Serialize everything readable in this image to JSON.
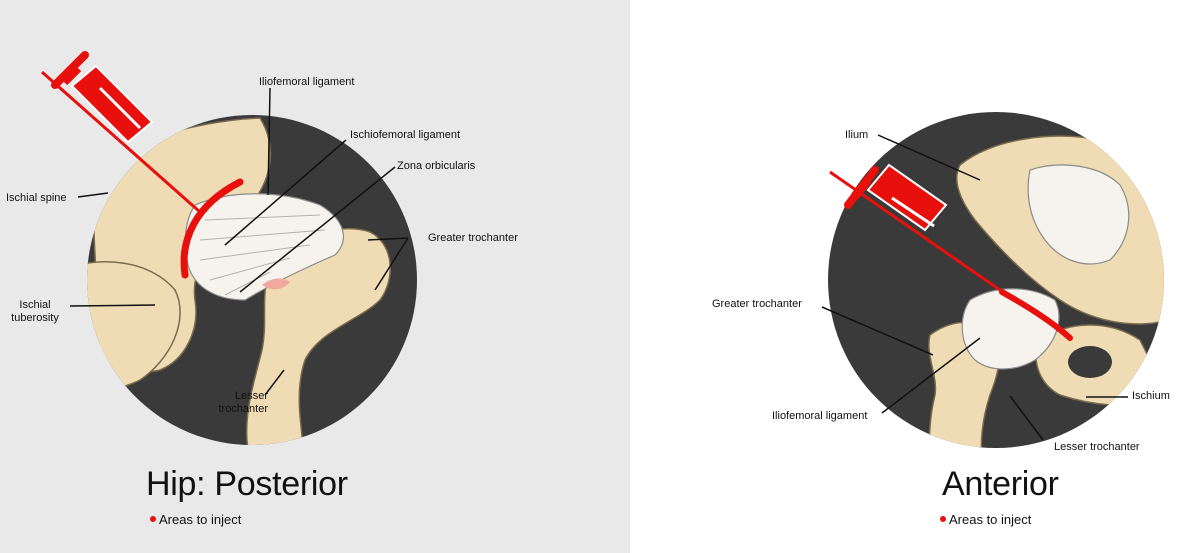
{
  "accent_color": "#e8100c",
  "posterior": {
    "title": "Hip: Posterior",
    "legend": "Areas to inject",
    "labels": {
      "iliofemoral": "Iliofemoral ligament",
      "ischiofemoral": "Ischiofemoral ligament",
      "zona": "Zona orbicularis",
      "greater_trochanter": "Greater trochanter",
      "ischial_spine": "Ischial spine",
      "ischial_tuberosity": "Ischial tuberosity",
      "lesser_trochanter": "Lesser trochanter"
    }
  },
  "anterior": {
    "title": "Anterior",
    "legend": "Areas to inject",
    "labels": {
      "ilium": "Ilium",
      "greater_trochanter": "Greater trochanter",
      "iliofemoral": "Iliofemoral ligament",
      "lesser_trochanter": "Lesser trochanter",
      "ischium": "Ischium"
    }
  }
}
